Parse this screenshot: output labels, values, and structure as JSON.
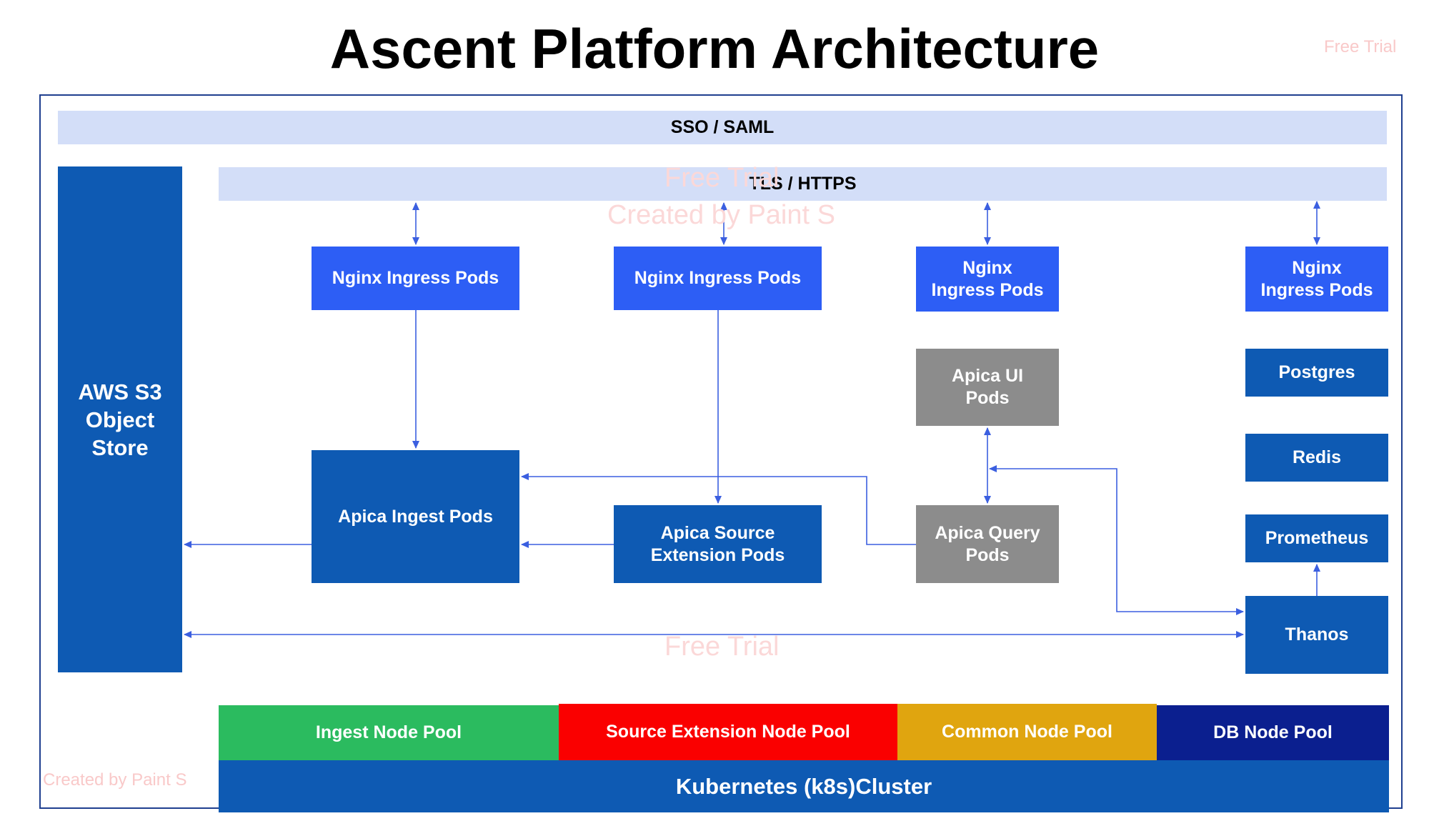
{
  "title": "Ascent Platform Architecture",
  "watermarks": {
    "top_right": "Free Trial",
    "center_top": "Free Trial",
    "center_top_2": "Created by Paint S",
    "center_bottom": "Free Trial",
    "bottom_left": "Created by Paint S"
  },
  "bands": {
    "sso": "SSO / SAML",
    "tls": "TLS / HTTPS"
  },
  "storage": {
    "s3": "AWS S3\nObject\nStore"
  },
  "ingress": [
    {
      "label": "Nginx Ingress Pods"
    },
    {
      "label": "Nginx Ingress Pods"
    },
    {
      "label": "Nginx\nIngress Pods"
    },
    {
      "label": "Nginx\nIngress Pods"
    }
  ],
  "pods": {
    "ingest": "Apica Ingest Pods",
    "source_ext": "Apica Source\nExtension Pods",
    "ui": "Apica UI\nPods",
    "query": "Apica Query\nPods",
    "postgres": "Postgres",
    "redis": "Redis",
    "prometheus": "Prometheus",
    "thanos": "Thanos"
  },
  "node_pools": [
    {
      "label": "Ingest Node Pool",
      "color": "#2bbb5f"
    },
    {
      "label": "Source Extension Node Pool",
      "color": "#fa0000"
    },
    {
      "label": "Common Node Pool",
      "color": "#e0a50f"
    },
    {
      "label": "DB Node Pool",
      "color": "#0b1f8f"
    }
  ],
  "cluster": "Kubernetes (k8s)Cluster",
  "colors": {
    "band": "#d3def8",
    "nginx": "#2d5ef5",
    "service": "#0e5ab3",
    "apica_grey": "#8c8c8c",
    "connector": "#3b5fe0",
    "frame": "#1f3f8f"
  }
}
